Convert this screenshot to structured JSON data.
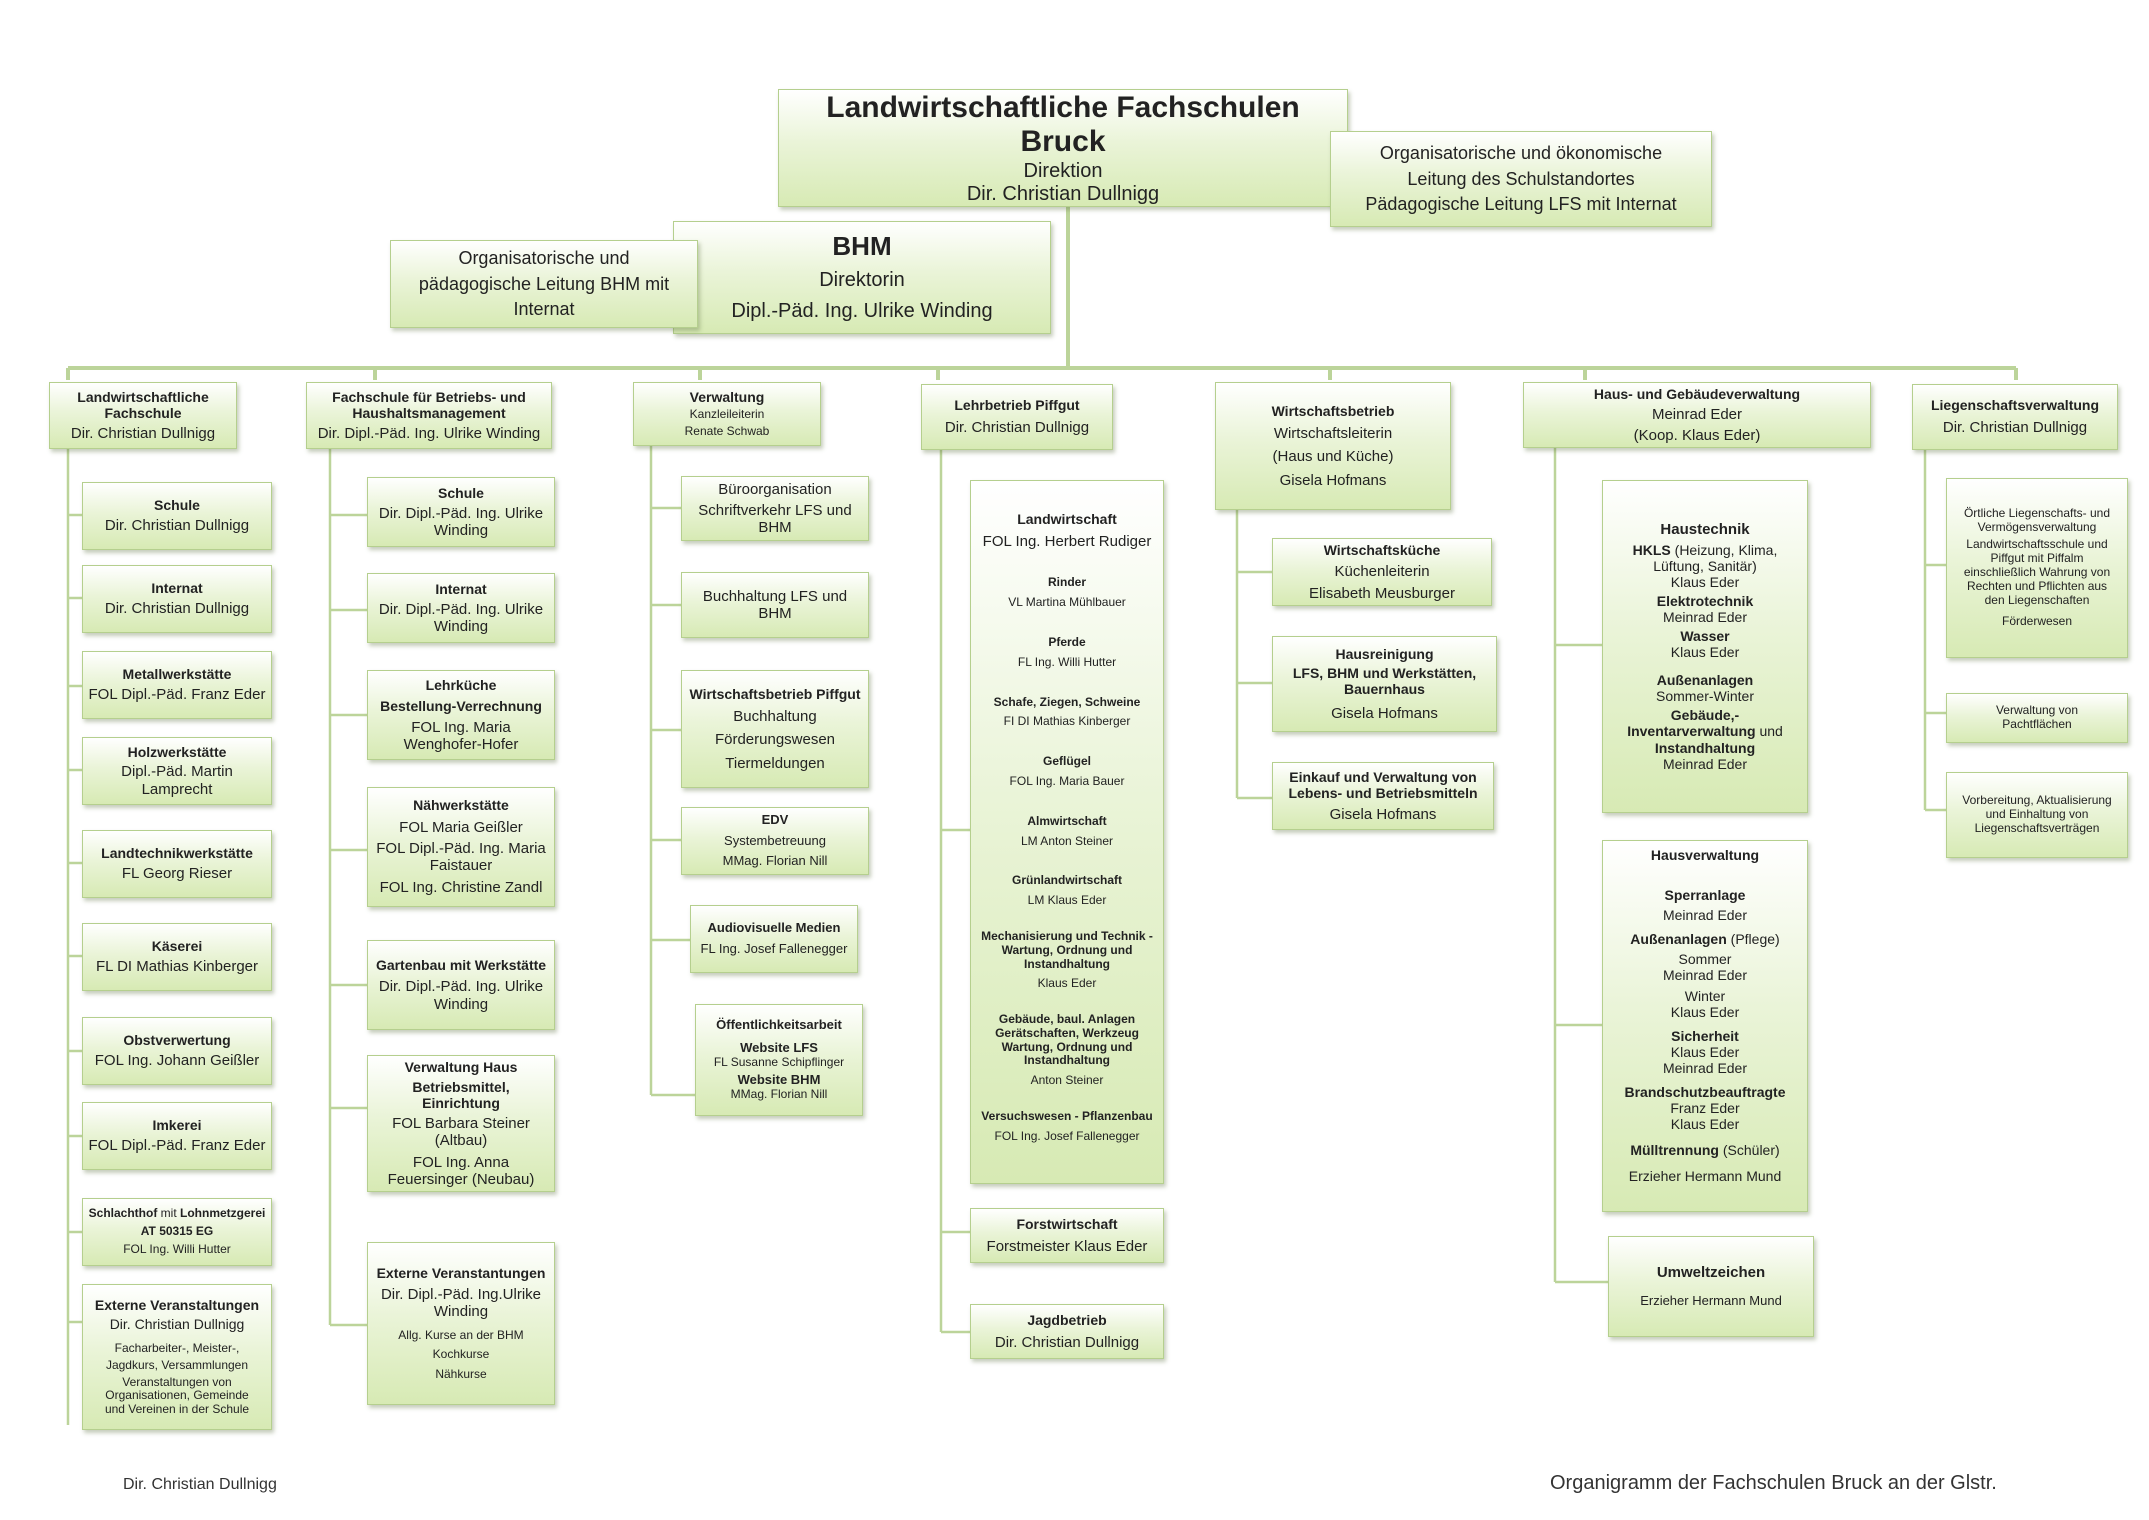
{
  "top": {
    "title": "Landwirtschaftliche Fachschulen Bruck",
    "role": "Direktion",
    "person": "Dir. Christian Dullnigg"
  },
  "top_note": [
    "Organisatorische und ökonomische",
    "Leitung des Schulstandortes",
    "Pädagogische Leitung LFS mit Internat"
  ],
  "bhm": {
    "title": "BHM",
    "role": "Direktorin",
    "person": "Dipl.-Päd. Ing. Ulrike Winding"
  },
  "bhm_note": [
    "Organisatorische und",
    "pädagogische Leitung BHM mit",
    "Internat"
  ],
  "departments": {
    "lfs": {
      "title": [
        "Landwirtschaftliche",
        "Fachschule"
      ],
      "person": "Dir. Christian Dullnigg",
      "children": [
        {
          "title": "Schule",
          "lines": [
            "Dir. Christian Dullnigg"
          ]
        },
        {
          "title": "Internat",
          "lines": [
            "Dir. Christian Dullnigg"
          ]
        },
        {
          "title": "Metallwerkstätte",
          "lines": [
            "FOL Dipl.-Päd. Franz Eder"
          ]
        },
        {
          "title": "Holzwerkstätte",
          "lines": [
            "Dipl.-Päd. Martin",
            "Lamprecht"
          ]
        },
        {
          "title": "Landtechnikwerkstätte",
          "lines": [
            "FL Georg Rieser"
          ]
        },
        {
          "title": "Käserei",
          "lines": [
            "FL DI Mathias Kinberger"
          ]
        },
        {
          "title": "Obstverwertung",
          "lines": [
            "FOL  Ing. Johann Geißler"
          ]
        },
        {
          "title": "Imkerei",
          "lines": [
            "FOL Dipl.-Päd. Franz Eder"
          ]
        },
        {
          "title_a": "Schlachthof",
          "title_mid": " mit ",
          "title_b": "Lohnmetzgerei",
          "title2": "AT 50315 EG",
          "lines": [
            "FOL Ing. Willi Hutter"
          ]
        },
        {
          "title": "Externe Veranstaltungen",
          "lines": [
            "Dir. Christian Dullnigg"
          ],
          "small": [
            "Facharbeiter-, Meister-,",
            "Jagdkurs, Versammlungen",
            "Veranstaltungen von",
            "Organisationen, Gemeinde",
            "und Vereinen in der Schule"
          ]
        }
      ]
    },
    "bhm": {
      "title": [
        "Fachschule für Betriebs- und",
        "Haushaltsmanagement"
      ],
      "person": "Dir. Dipl.-Päd. Ing.  Ulrike Winding",
      "children": [
        {
          "title": "Schule",
          "lines": [
            "Dir. Dipl.-Päd. Ing. Ulrike",
            "Winding"
          ]
        },
        {
          "title": "Internat",
          "lines": [
            "Dir. Dipl.-Päd. Ing. Ulrike",
            "Winding"
          ]
        },
        {
          "title": "Lehrküche",
          "title2": "Bestellung-Verrechnung",
          "lines": [
            "FOL Ing. Maria",
            "Wenghofer-Hofer"
          ]
        },
        {
          "title": "Nähwerkstätte",
          "lines": [
            "FOL Maria Geißler",
            "FOL Dipl.-Päd. Ing. Maria",
            "Faistauer",
            "FOL Ing. Christine Zandl"
          ]
        },
        {
          "title": "Gartenbau mit Werkstätte",
          "lines": [
            "Dir. Dipl.-Päd. Ing.  Ulrike",
            "Winding"
          ]
        },
        {
          "title": "Verwaltung Haus",
          "title2": "Betriebsmittel, Einrichtung",
          "lines": [
            "FOL Barbara Steiner",
            "(Altbau)",
            "FOL Ing. Anna",
            "Feuersinger (Neubau)"
          ]
        },
        {
          "title": "Externe Veranstantungen",
          "lines": [
            "Dir. Dipl.-Päd. Ing.Ulrike",
            "Winding"
          ],
          "small": [
            "Allg. Kurse an der BHM",
            "Kochkurse",
            "Nähkurse"
          ]
        }
      ]
    },
    "verwaltung": {
      "title": [
        "Verwaltung"
      ],
      "small": [
        "Kanzleileiterin",
        "Renate Schwab"
      ],
      "children": [
        {
          "lines": [
            "Büroorganisation",
            "Schriftverkehr LFS und BHM"
          ]
        },
        {
          "lines": [
            "Buchhaltung LFS und BHM"
          ]
        },
        {
          "title": "Wirtschaftsbetrieb Piffgut",
          "lines": [
            "Buchhaltung",
            "Förderungswesen",
            "Tiermeldungen"
          ]
        },
        {
          "title": "EDV",
          "small": [
            "Systembetreuung",
            "MMag. Florian Nill"
          ]
        },
        {
          "title": "Audiovisuelle Medien",
          "small": [
            "FL Ing. Josef Fallenegger"
          ]
        },
        {
          "title": "Öffentlichkeitsarbeit",
          "title2": "Website  LFS",
          "small": [
            "FL Susanne Schipflinger"
          ],
          "title3": "Website BHM",
          "small2": [
            "MMag. Florian Nill"
          ]
        }
      ]
    },
    "lehrbetrieb": {
      "title": [
        "Lehrbetrieb Piffgut"
      ],
      "person": "Dir. Christian Dullnigg",
      "landwirtschaft": {
        "title": "Landwirtschaft",
        "person": "FOL Ing. Herbert Rudiger",
        "items": [
          {
            "title": [
              "Rinder"
            ],
            "person": "VL Martina Mühlbauer"
          },
          {
            "title": [
              "Pferde"
            ],
            "person": "FL Ing. Willi Hutter"
          },
          {
            "title": [
              "Schafe, Ziegen, Schweine"
            ],
            "person": "FI DI Mathias Kinberger"
          },
          {
            "title": [
              "Geflügel"
            ],
            "person": "FOL Ing. Maria Bauer"
          },
          {
            "title": [
              "Almwirtschaft"
            ],
            "person": "LM Anton Steiner"
          },
          {
            "title": [
              "Grünlandwirtschaft"
            ],
            "person": "LM Klaus Eder"
          },
          {
            "title": [
              "Mechanisierung und Technik -",
              "Wartung, Ordnung und",
              "Instandhaltung"
            ],
            "person": "Klaus Eder"
          },
          {
            "title": [
              "Gebäude, baul. Anlagen",
              "Gerätschaften, Werkzeug",
              "Wartung, Ordnung und",
              "Instandhaltung"
            ],
            "person": "Anton Steiner"
          },
          {
            "title": [
              "Versuchswesen  - Pflanzenbau"
            ],
            "person": "FOL Ing. Josef Fallenegger"
          }
        ]
      },
      "forst": {
        "title": "Forstwirtschaft",
        "person": "Forstmeister Klaus Eder"
      },
      "jagd": {
        "title": "Jagdbetrieb",
        "person": "Dir. Christian Dullnigg"
      }
    },
    "wirtschaft": {
      "title": [
        "Wirtschaftsbetrieb"
      ],
      "lines": [
        "Wirtschaftsleiterin",
        "(Haus und Küche)",
        "Gisela Hofmans"
      ],
      "children": [
        {
          "title": [
            "Wirtschaftsküche"
          ],
          "lines": [
            "Küchenleiterin",
            "Elisabeth Meusburger"
          ]
        },
        {
          "title": [
            "Hausreinigung",
            "LFS, BHM und Werkstätten,",
            "Bauernhaus"
          ],
          "lines": [
            "Gisela Hofmans"
          ]
        },
        {
          "title": [
            "Einkauf und Verwaltung von",
            "Lebens- und Betriebsmitteln"
          ],
          "lines": [
            "Gisela Hofmans"
          ]
        }
      ]
    },
    "haus": {
      "title": [
        "Haus- und Gebäudeverwaltung"
      ],
      "lines": [
        "Meinrad Eder",
        "(Koop. Klaus Eder)"
      ],
      "haustechnik": {
        "title": "Haustechnik",
        "hkls_b": "HKLS",
        "hkls_n": " (Heizung, Klima,",
        "hkls_l2": "Lüftung, Sanitär)",
        "hkls_p": "Klaus Eder",
        "elektro": "Elektrotechnik",
        "elektro_p": "Meinrad Eder",
        "wasser": "Wasser",
        "wasser_p": "Klaus Eder",
        "aussen": "Außenanlagen",
        "aussen_p": "Sommer-Winter",
        "geb1": "Gebäude,-",
        "geb2_b": "Inventarverwaltung",
        "geb2_n": " und",
        "geb3": "Instandhaltung",
        "geb_p": "Meinrad Eder"
      },
      "hausverwaltung": {
        "title": "Hausverwaltung",
        "sperr": "Sperranlage",
        "sperr_p": "Meinrad Eder",
        "aussen_b": "Außenanlagen",
        "aussen_n": " (Pflege)",
        "sommer": "Sommer",
        "sommer_p": "Meinrad Eder",
        "winter": "Winter",
        "winter_p": "Klaus Eder",
        "sicher": "Sicherheit",
        "sicher_p1": "Klaus Eder",
        "sicher_p2": "Meinrad Eder",
        "brand": "Brandschutzbeauftragte",
        "brand_p1": "Franz Eder",
        "brand_p2": "Klaus Eder",
        "muell_b": "Mülltrennung",
        "muell_n": " (Schüler)",
        "erzieher": "Erzieher Hermann Mund"
      },
      "umwelt": {
        "title": "Umweltzeichen",
        "person": "Erzieher Hermann Mund"
      }
    },
    "liegenschaft": {
      "title": [
        "Liegenschaftsverwaltung"
      ],
      "person": "Dir. Christian Dullnigg",
      "children": [
        {
          "small": [
            "Örtliche Liegenschafts- und",
            "Vermögensverwaltung",
            "Landwirtschaftsschule und",
            "Piffgut mit Piffalm",
            "einschließlich Wahrung von",
            "Rechten und Pflichten aus",
            "den Liegenschaften",
            "",
            "Förderwesen"
          ]
        },
        {
          "small": [
            "Verwaltung von",
            "Pachtflächen"
          ]
        },
        {
          "small": [
            "Vorbereitung, Aktualisierung",
            "und Einhaltung von",
            "Liegenschaftsverträgen"
          ]
        }
      ]
    }
  },
  "footer": {
    "left": "Dir. Christian Dullnigg",
    "right": "Organigramm der Fachschulen Bruck an der Glstr."
  },
  "colors": {
    "line": "#b5cf8e",
    "box_top": "#ffffff",
    "box_bottom": "#d7eab4"
  }
}
